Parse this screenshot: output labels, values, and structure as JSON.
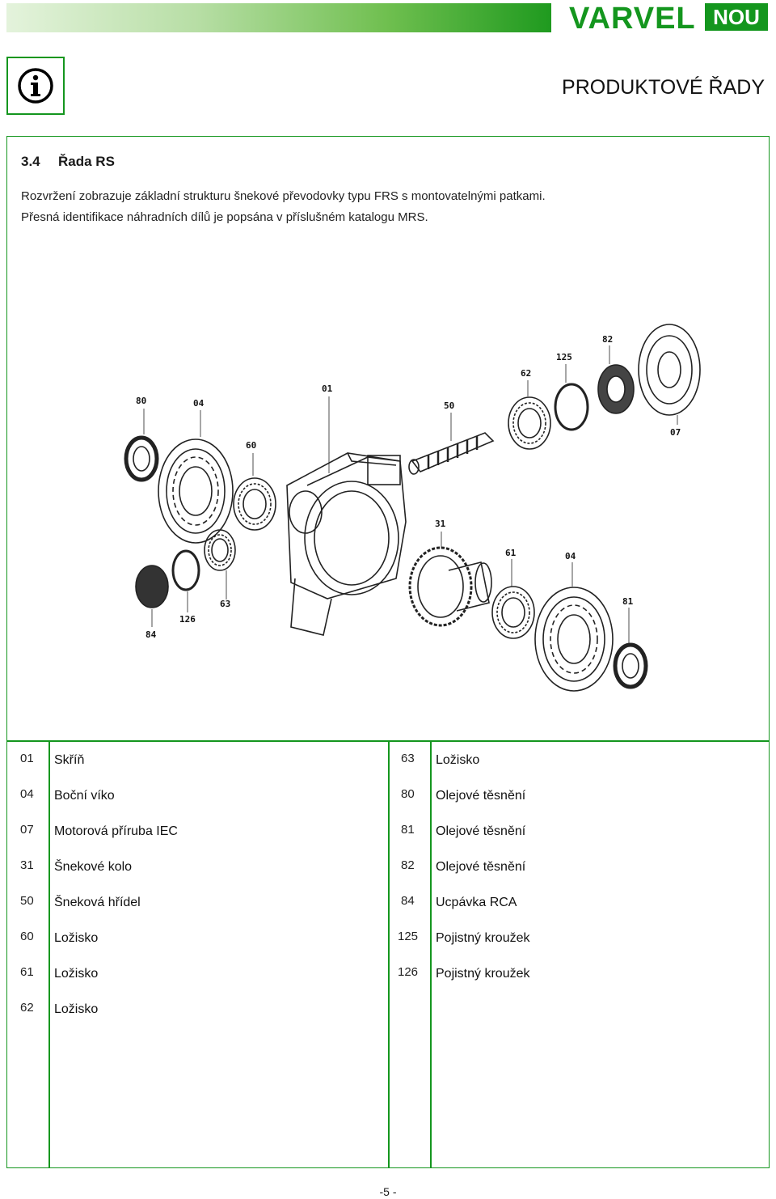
{
  "header": {
    "brand": "VARVEL",
    "badge": "NOU",
    "page_heading": "PRODUKTOVÉ ŘADY"
  },
  "section": {
    "number": "3.4",
    "title": "Řada RS",
    "paragraph_line1": "Rozvržení zobrazuje základní strukturu šnekové převodovky typu FRS s montovatelnými patkami.",
    "paragraph_line2": "Přesná identifikace náhradních dílů je popsána v příslušném katalogu MRS."
  },
  "diagram_labels": [
    "80",
    "04",
    "01",
    "50",
    "62",
    "125",
    "82",
    "07",
    "60",
    "31",
    "61",
    "04",
    "81",
    "63",
    "126",
    "84"
  ],
  "parts_left": [
    {
      "code": "01",
      "name": "Skříň"
    },
    {
      "code": "04",
      "name": "Boční víko"
    },
    {
      "code": "07",
      "name": "Motorová příruba IEC"
    },
    {
      "code": "31",
      "name": "Šnekové kolo"
    },
    {
      "code": "50",
      "name": "Šneková hřídel"
    },
    {
      "code": "60",
      "name": "Ložisko"
    },
    {
      "code": "61",
      "name": "Ložisko"
    },
    {
      "code": "62",
      "name": "Ložisko"
    }
  ],
  "parts_right": [
    {
      "code": "63",
      "name": "Ložisko"
    },
    {
      "code": "80",
      "name": "Olejové těsnění"
    },
    {
      "code": "81",
      "name": "Olejové těsnění"
    },
    {
      "code": "82",
      "name": "Olejové těsnění"
    },
    {
      "code": "84",
      "name": "Ucpávka RCA"
    },
    {
      "code": "125",
      "name": "Pojistný kroužek"
    },
    {
      "code": "126",
      "name": "Pojistný kroužek"
    }
  ],
  "footer": {
    "page": "-5 -"
  },
  "colors": {
    "accent": "#14961e"
  },
  "icons": {
    "info": "info-icon"
  }
}
